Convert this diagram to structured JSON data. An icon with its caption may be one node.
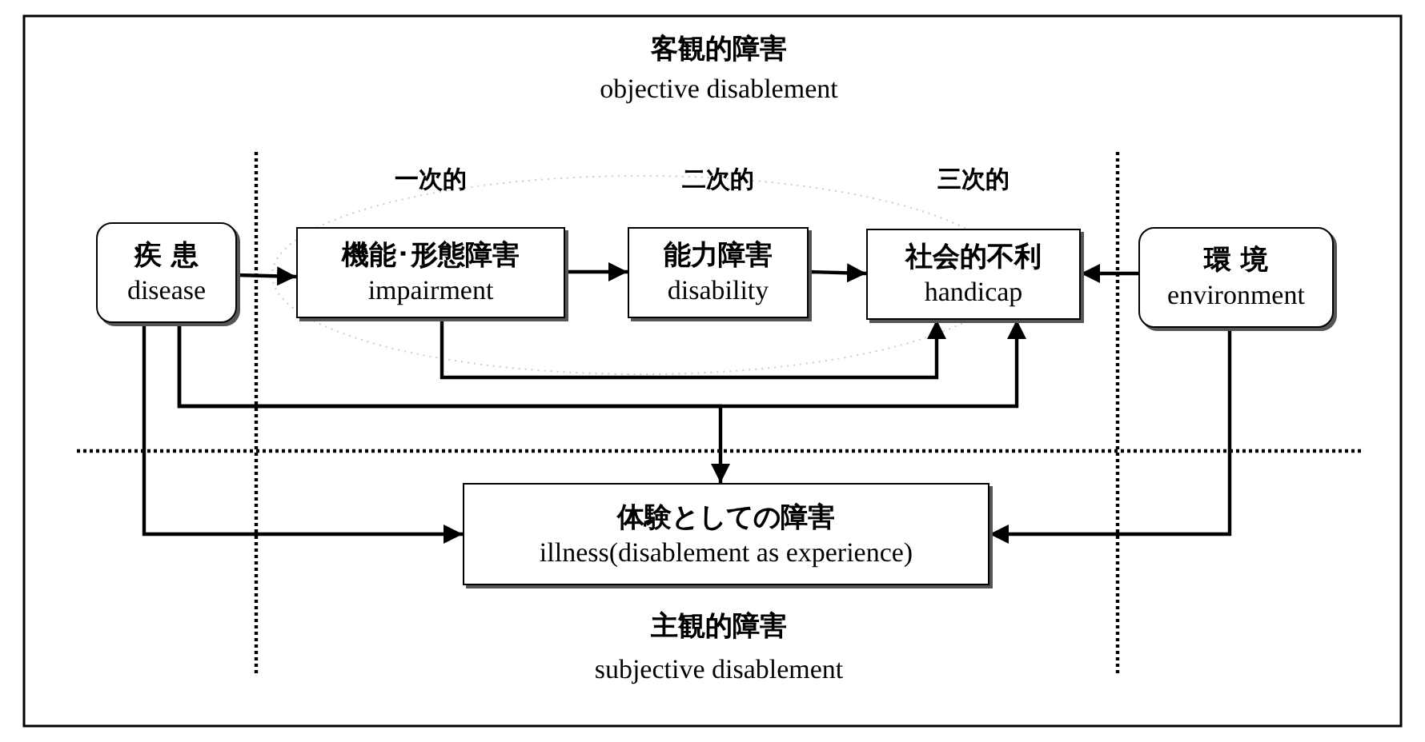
{
  "diagram": {
    "nodes": [
      {
        "text": [
          "疾 患",
          "disease"
        ]
      },
      {
        "text": [
          "機能･形態障害",
          "impairment"
        ],
        "beside": [
          "一次的"
        ]
      },
      {
        "text": [
          "能力障害",
          "disability"
        ],
        "beside": [
          "二次的"
        ]
      },
      {
        "text": [
          "社会的不利",
          "handicap"
        ],
        "beside": [
          "三次的"
        ]
      },
      {
        "text": [
          "環 境",
          "environment"
        ]
      },
      {
        "text": [
          "体験としての障害",
          "illness(disablement as experience)"
        ]
      }
    ],
    "edges": [
      {
        "from": 0,
        "to": 1,
        "arrow": "to"
      },
      {
        "from": 1,
        "to": 2,
        "arrow": "to"
      },
      {
        "from": 2,
        "to": 3,
        "arrow": "to"
      },
      {
        "from": 4,
        "to": 3,
        "arrow": "to"
      },
      {
        "from": 1,
        "to": 3,
        "arrow": "to"
      },
      {
        "from": 0,
        "to": 3,
        "arrow": "to"
      },
      {
        "from": 0,
        "to": 5,
        "arrow": "to"
      },
      {
        "from": 0,
        "to": 5,
        "arrow": "to"
      },
      {
        "from": 4,
        "to": 5,
        "arrow": "to"
      }
    ],
    "labels": [
      "客観的障害",
      "objective disablement",
      "主観的障害",
      "subjective disablement"
    ]
  }
}
